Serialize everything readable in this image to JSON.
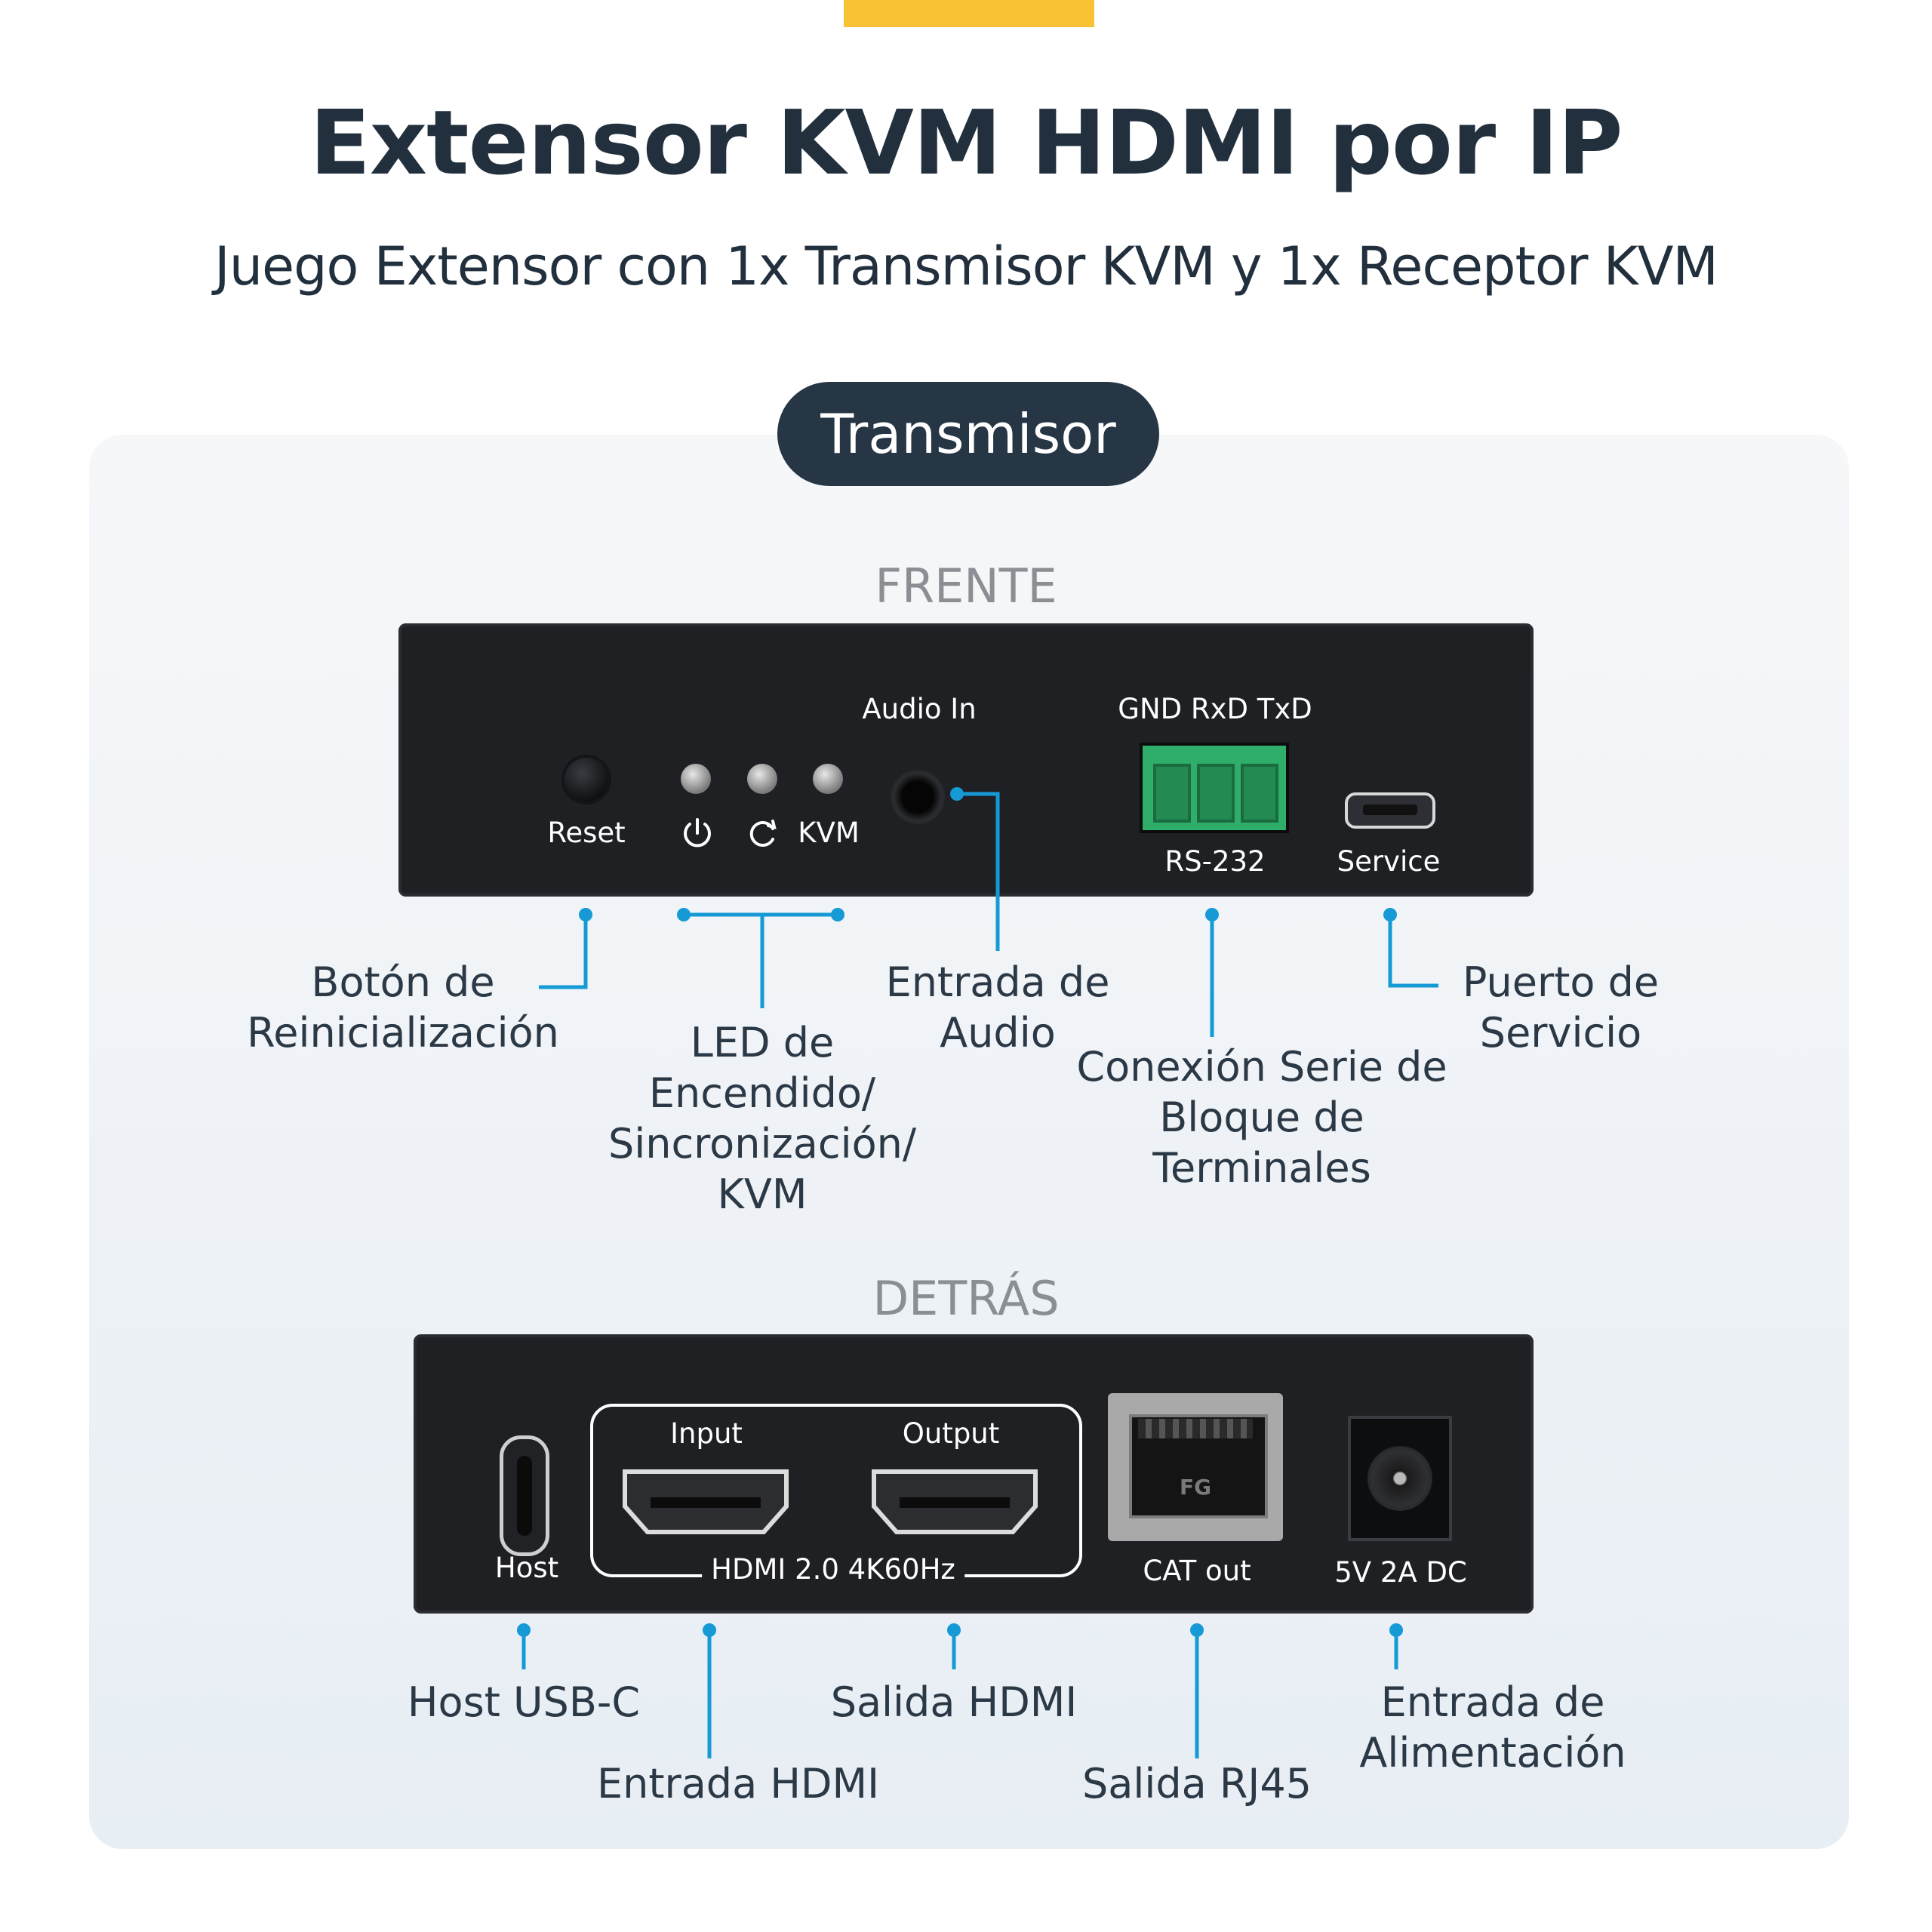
{
  "header": {
    "title": "Extensor KVM HDMI por IP",
    "subtitle": "Juego Extensor con 1x Transmisor KVM y 1x Receptor KVM"
  },
  "badge": "Transmisor",
  "front": {
    "section_label": "FRENTE",
    "device_labels": {
      "reset": "Reset",
      "kvm": "KVM",
      "audio_in": "Audio In",
      "terminal_pins": "GND RxD TxD",
      "rs232": "RS-232",
      "service": "Service"
    },
    "callouts": {
      "reset": "Botón de\nReinicialización",
      "led": "LED de\nEncendido/\nSincronización/\nKVM",
      "audio": "Entrada de\nAudio",
      "serial": "Conexión Serie de\nBloque de\nTerminales",
      "service": "Puerto de\nServicio"
    }
  },
  "back": {
    "section_label": "DETRÁS",
    "device_labels": {
      "host": "Host",
      "input": "Input",
      "output": "Output",
      "hdmi_spec": "HDMI 2.0 4K60Hz",
      "rj45_mark": "FG",
      "cat_out": "CAT out",
      "power": "5V 2A DC"
    },
    "callouts": {
      "host_usbc": "Host USB-C",
      "hdmi_in": "Entrada HDMI",
      "hdmi_out": "Salida HDMI",
      "rj45": "Salida RJ45",
      "power": "Entrada de\nAlimentación"
    }
  },
  "colors": {
    "accent_bar": "#f7c233",
    "title_text": "#22303e",
    "badge_bg": "#273644",
    "callout_line": "#159ad6",
    "device_body": "#1e2024",
    "terminal_green": "#2fae6a"
  },
  "icons": [
    "power-icon",
    "sync-icon"
  ]
}
